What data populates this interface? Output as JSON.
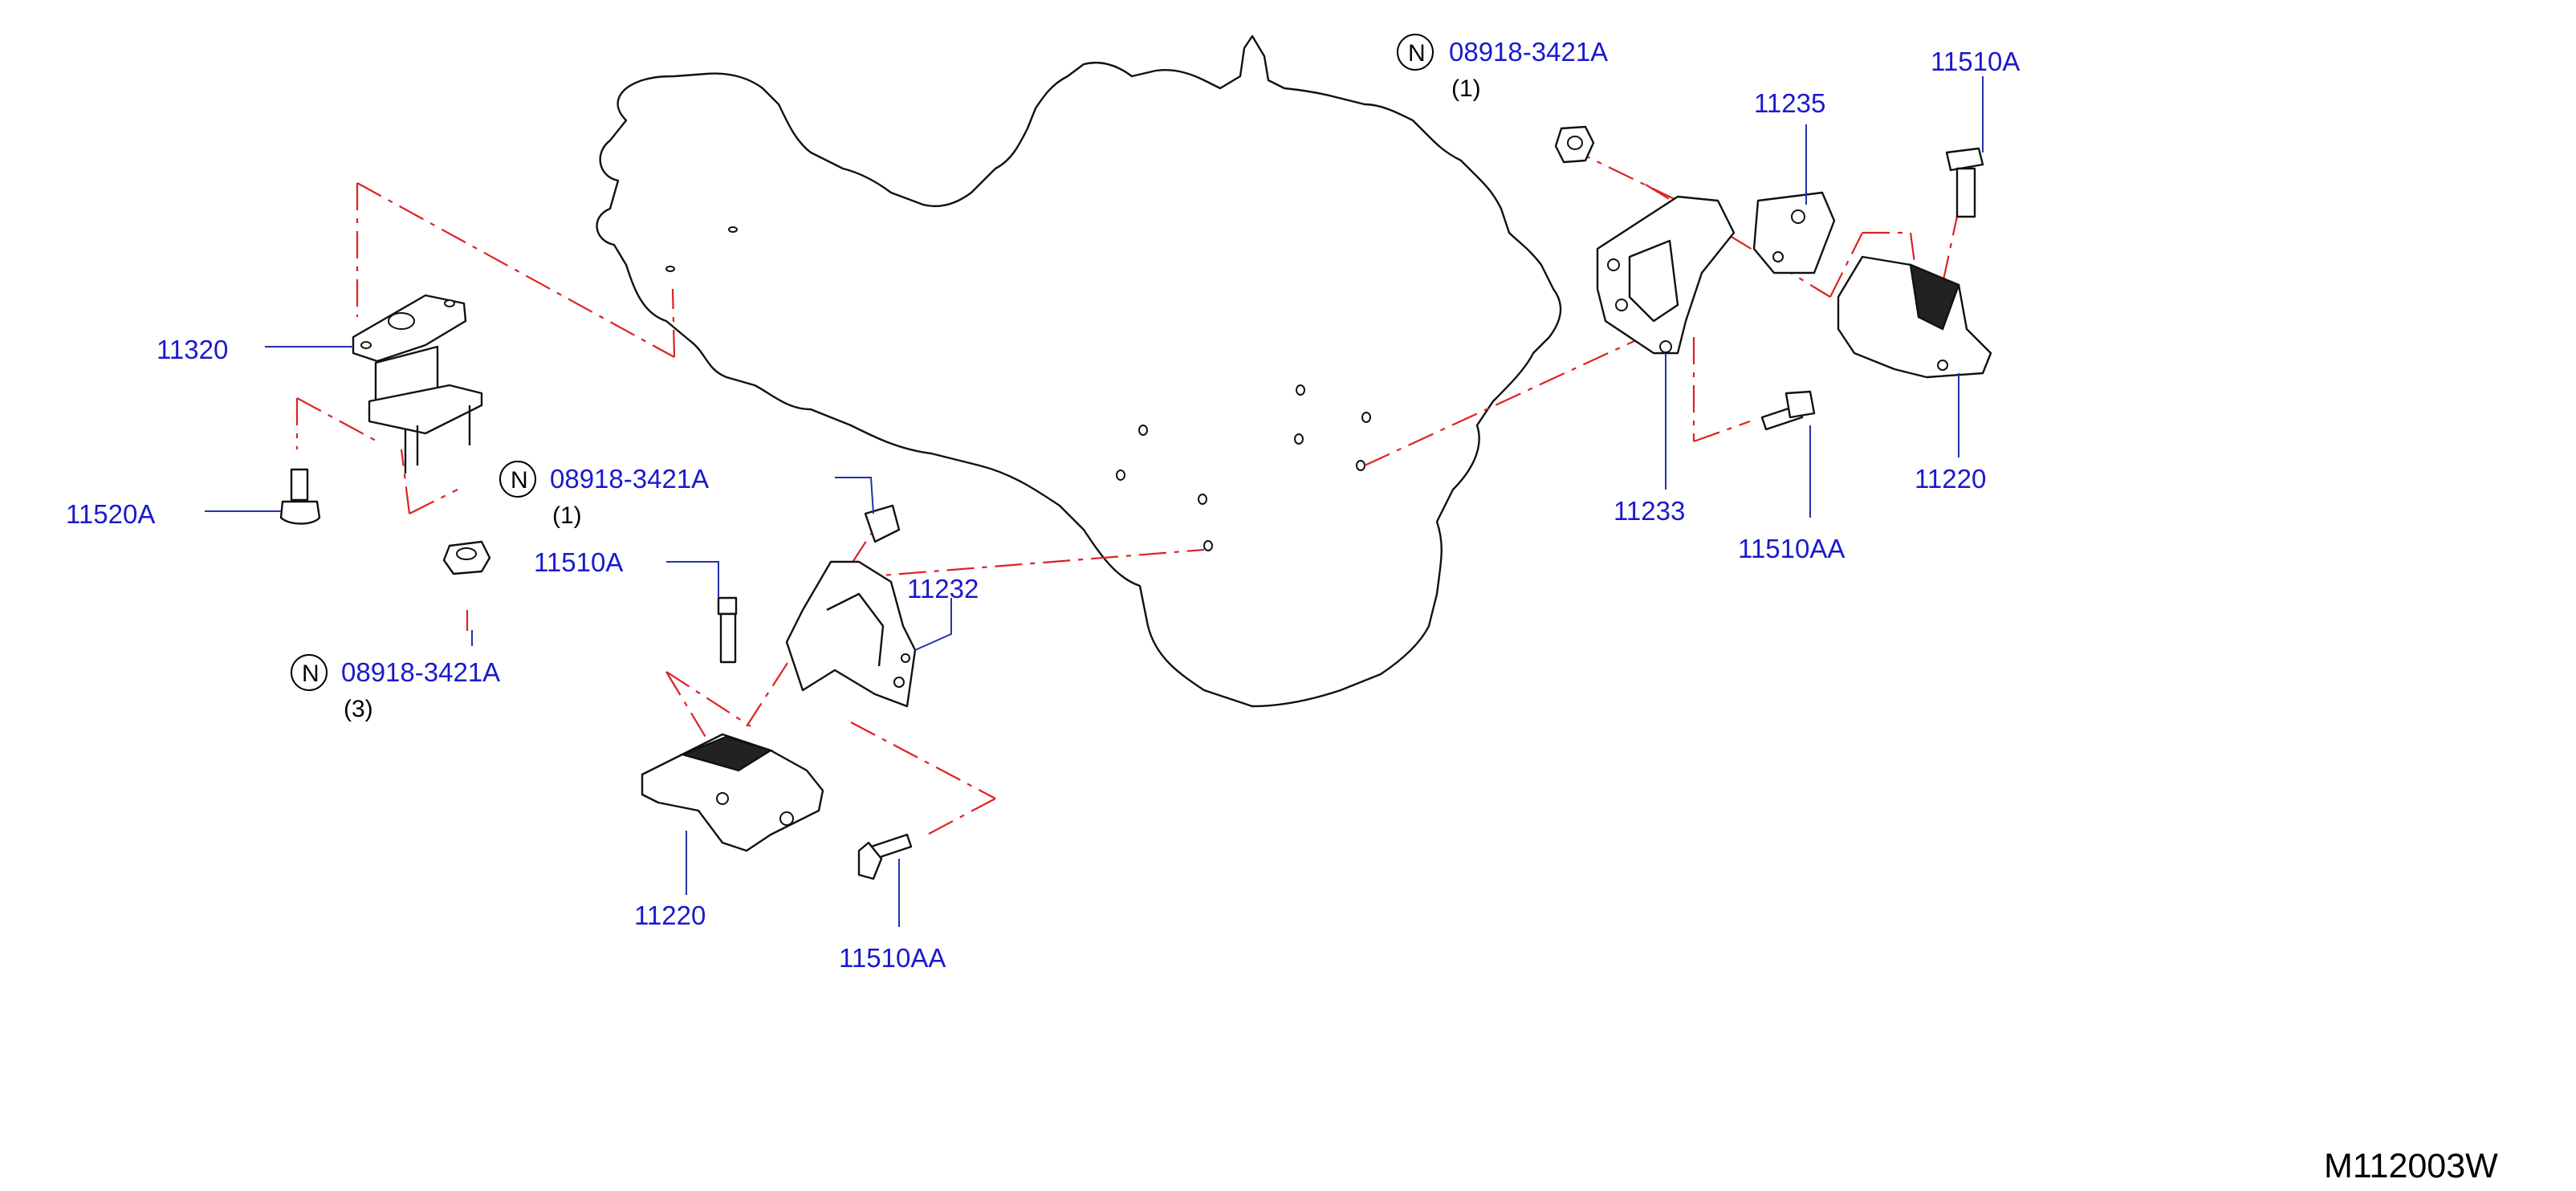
{
  "diagram_code": "M112003W",
  "notes_symbol": "N",
  "labels": {
    "insulator_front_right": "11320",
    "bolt_front_left": "11520A",
    "nut_mid_part": "08918-3421A",
    "nut_mid_qty": "(1)",
    "nut_low_part": "08918-3421A",
    "nut_low_qty": "(3)",
    "bolt_center": "11510A",
    "bracket_center": "11232",
    "insulator_center": "11220",
    "bolt_center_lower": "11510AA",
    "nut_top_part": "08918-3421A",
    "nut_top_qty": "(1)",
    "plate_right": "11235",
    "bolt_right_top": "11510A",
    "bracket_right": "11233",
    "bolt_right_lower": "11510AA",
    "insulator_right": "11220"
  }
}
